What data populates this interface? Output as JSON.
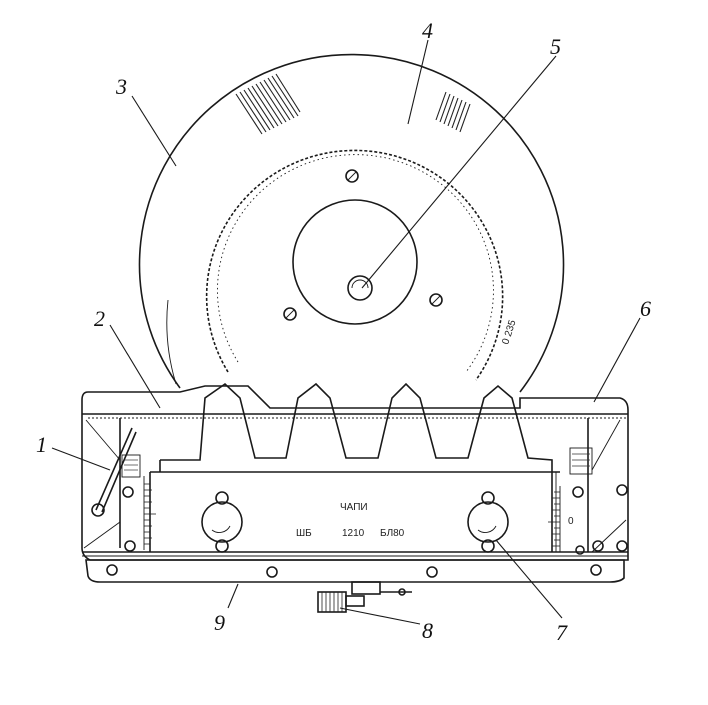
{
  "diagram": {
    "callouts": [
      {
        "id": "1",
        "text": "1"
      },
      {
        "id": "2",
        "text": "2"
      },
      {
        "id": "3",
        "text": "3"
      },
      {
        "id": "4",
        "text": "4"
      },
      {
        "id": "5",
        "text": "5"
      },
      {
        "id": "6",
        "text": "6"
      },
      {
        "id": "7",
        "text": "7"
      },
      {
        "id": "8",
        "text": "8"
      },
      {
        "id": "9",
        "text": "9"
      }
    ],
    "disc_marking": "0 235",
    "plate_text": {
      "top": "ЧАПИ",
      "left": "ШБ",
      "middle": "1210",
      "right": "БЛ80"
    },
    "scale_digit": "0"
  }
}
